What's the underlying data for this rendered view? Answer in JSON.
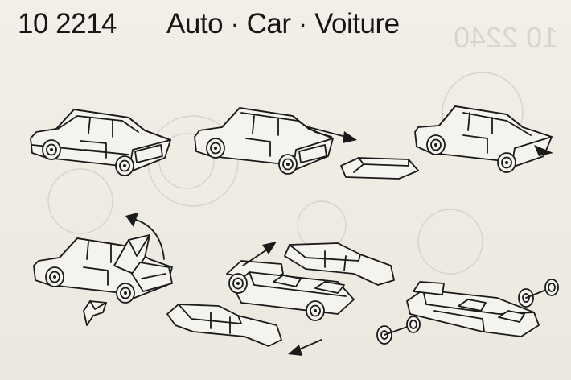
{
  "sheet": {
    "product_number": "10 2214",
    "title": "Auto · Car · Voiture",
    "ghost_text": "10 2240"
  },
  "icons": [
    "car-assembled-icon",
    "car-top-piece-icon",
    "hood-open-icon",
    "car-parts-icon",
    "chassis-icon",
    "wheel-icon",
    "arrow-right-icon",
    "arrow-left-icon",
    "arrow-curved-icon"
  ]
}
